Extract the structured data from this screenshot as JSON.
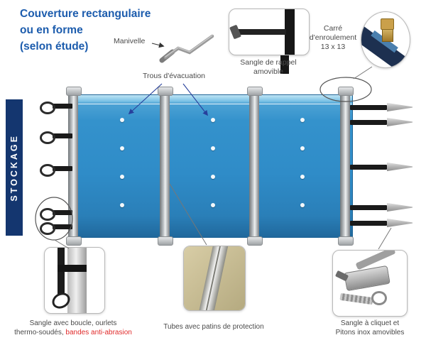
{
  "title": {
    "lines": [
      "Couverture rectangulaire",
      "ou en forme",
      "(selon étude)"
    ]
  },
  "side_banner": {
    "label": "STOCKAGE"
  },
  "callouts": {
    "manivelle": {
      "label": "Manivelle"
    },
    "sangle_rappel": {
      "line1": "Sangle de rappel",
      "line2": "amovible"
    },
    "carre": {
      "line1": "Carré",
      "line2": "d'enroulement",
      "line3": "13 x 13"
    },
    "trous": {
      "label": "Trous d'évacuation"
    },
    "sangle_boucle": {
      "line1": "Sangle avec boucle, ourlets",
      "line2_black": "thermo-soudés, ",
      "line2_red": "bandes anti-abrasion"
    },
    "tubes": {
      "label": "Tubes avec patins de protection"
    },
    "cliquet": {
      "line1": "Sangle à cliquet et",
      "line2": "Pitons inox amovibles"
    }
  },
  "colors": {
    "title_blue": "#1c5cad",
    "banner_blue": "#14366f",
    "cover_blue": "#2f8cc8",
    "strap_black": "#1a1a1a",
    "accent_red": "#e02b2b",
    "label_gray": "#4a4a4a"
  }
}
